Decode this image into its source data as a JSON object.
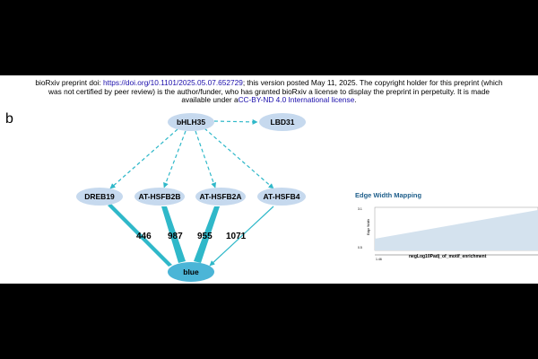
{
  "header": {
    "line1_pre": "bioRxiv preprint doi: ",
    "doi_link": "https://doi.org/10.1101/2025.05.07.652729",
    "line1_post": "; this version posted May 11, 2025. The copyright holder for this preprint (which",
    "line2": "was not certified by peer review) is the author/funder, who has granted bioRxiv a license to display the preprint in perpetuity. It is made",
    "line3_pre": "available under a",
    "license_link": "CC-BY-ND 4.0 International license",
    "line3_post": "."
  },
  "panel_label": "b",
  "nodes": {
    "bhlh35": "bHLH35",
    "lbd31": "LBD31",
    "dreb19": "DREB19",
    "hsfb2b": "AT-HSFB2B",
    "hsfb2a": "AT-HSFB2A",
    "hsfb4": "AT-HSFB4",
    "blue": "blue"
  },
  "edge_labels": {
    "hsfb2b_blue": "987",
    "hsfb2a_blue": "955",
    "hsfb4_blue": "1071",
    "dreb19_blue": "446"
  },
  "edge_width_mapping": {
    "title": "Edge Width Mapping",
    "y_axis_label": "Edge Width",
    "x_axis_label": "negLog10Padj_of_motif_enrichment",
    "y_tick_top": "3.1",
    "y_tick_bottom": "0.5",
    "x_tick_left": "1.46"
  },
  "colors": {
    "node_fill": "#c6d9ee",
    "target_fill": "#4bb5d7",
    "edge": "#2fb8c9",
    "mapping_fill": "#d4e2ee"
  }
}
